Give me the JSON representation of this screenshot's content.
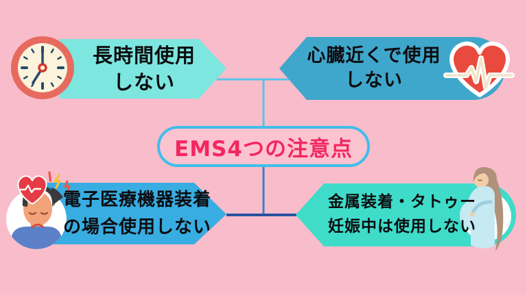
{
  "title": {
    "text": "EMS4つの注意点"
  },
  "items": [
    {
      "id": "long-use",
      "icon": "clock-icon",
      "line1": "長時間使用",
      "line2": "しない"
    },
    {
      "id": "near-heart",
      "icon": "heartbeat-icon",
      "line1": "心臓近くで使用",
      "line2": "しない"
    },
    {
      "id": "medical-device",
      "icon": "sick-person-icon",
      "line1": "電子医療機器装着",
      "line2": "の場合使用しない"
    },
    {
      "id": "metal-tattoo-pregnancy",
      "icon": "pregnant-woman-icon",
      "line1": "金属装着・タトゥー",
      "line2": "妊娠中は使用しない"
    }
  ],
  "colors": {
    "background": "#F9BCCB",
    "pill_fill": "#FBC3D0",
    "pill_border": "#3FBEE9",
    "title_text": "#F2275F",
    "banner_top_left": "#7DE6DF",
    "banner_top_right": "#3FA7CB",
    "banner_bottom_left": "#38ADE2",
    "banner_bottom_right": "#3EDCC9",
    "connector_top": "#58C5EA",
    "connector_bottom_stem": "#3F80C9",
    "connector_bottom_bar": "#27539F",
    "label_text": "#0d0d10"
  }
}
